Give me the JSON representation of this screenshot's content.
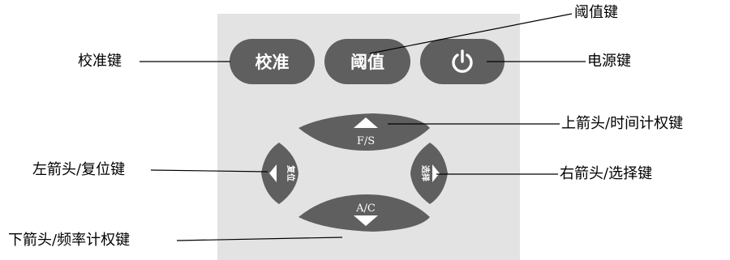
{
  "buttons": {
    "calibrate": "校准",
    "threshold": "阈值",
    "power_icon": "power-icon",
    "up_key": "F/S",
    "down_key": "A/C",
    "left_key": "复位",
    "right_key": "选择"
  },
  "callouts": {
    "calibrate_key": "校准键",
    "threshold_key": "阈值键",
    "power_key": "电源键",
    "up_key": "上箭头/时间计权键",
    "left_key": "左箭头/复位键",
    "right_key": "右箭头/选择键",
    "down_key": "下箭头/频率计权键"
  },
  "colors": {
    "panel": "#e3e3e3",
    "key": "#5f5f5f",
    "text": "#000000"
  }
}
